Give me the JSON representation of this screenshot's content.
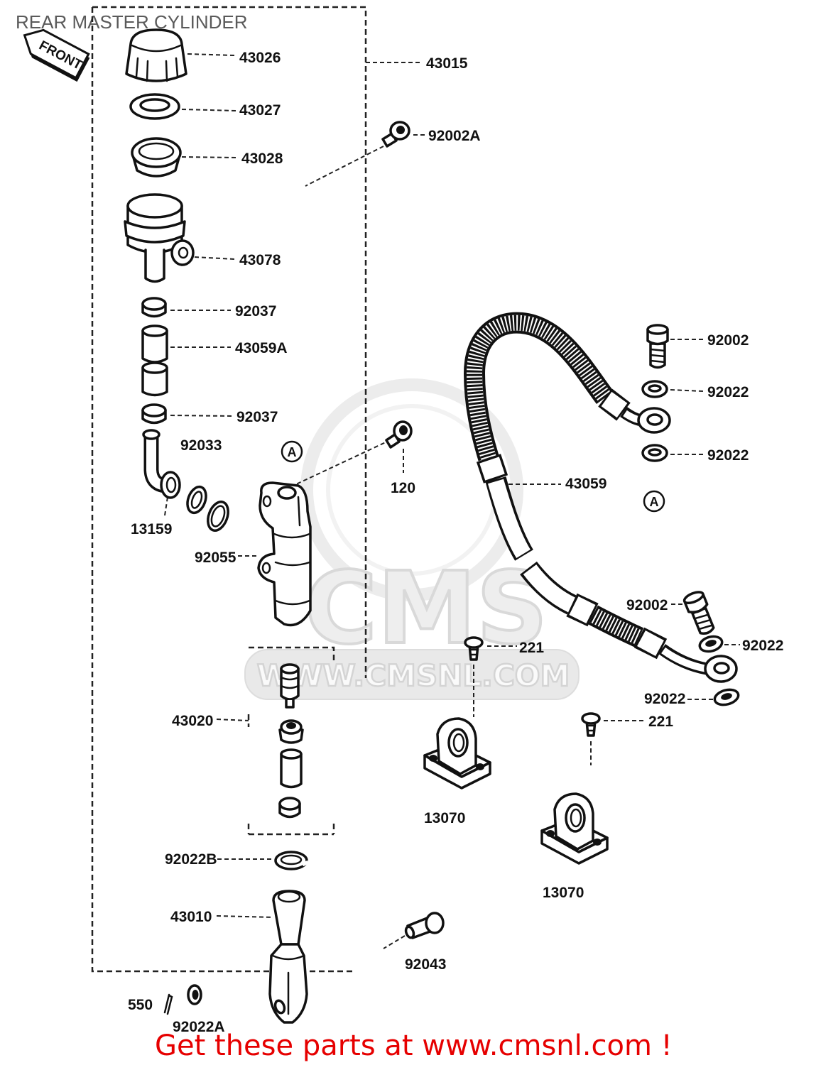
{
  "title": "REAR MASTER CYLINDER",
  "front_arrow_label": "FRONT",
  "callouts": [
    "43026",
    "43015",
    "43027",
    "92002A",
    "43028",
    "43078",
    "92037",
    "43059A",
    "92037",
    "92033",
    "13159",
    "92055",
    "120",
    "92002",
    "92022",
    "92022",
    "43059",
    "92002",
    "92022",
    "221",
    "92022",
    "221",
    "43020",
    "13070",
    "13070",
    "92022B",
    "43010",
    "92043",
    "550",
    "92022A"
  ],
  "reference_marks": [
    "A",
    "A"
  ],
  "watermark": {
    "logo": "CMS",
    "url": "WWW.CMSNL.COM"
  },
  "footer": {
    "text": "Get these parts at www.cmsnl.com !"
  },
  "colors": {
    "line": "#111111",
    "title_text": "#5a5a5a",
    "footer_text": "#e60000",
    "watermark": "#e2e2e2"
  }
}
